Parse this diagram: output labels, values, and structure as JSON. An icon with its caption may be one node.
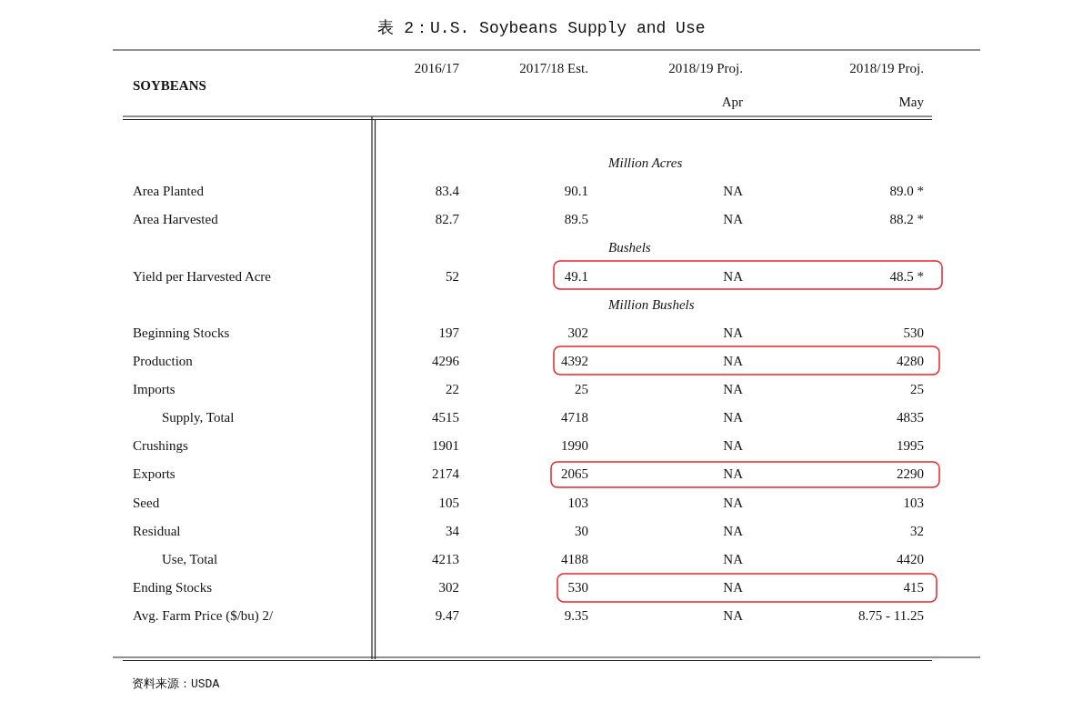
{
  "diagram": {
    "title": "表 2：U.S. Soybeans Supply and Use",
    "caption": "资料来源：USDA",
    "labels": [
      "SOYBEANS",
      "2016/17",
      "2017/18 Est.",
      "2018/19 Proj.",
      "2018/19 Proj.",
      "Apr",
      "May",
      "Million Acres",
      "Area Planted",
      "83.4",
      "90.1",
      "NA",
      "89.0 *",
      "Area Harvested",
      "82.7",
      "89.5",
      "NA",
      "88.2 *",
      "Bushels",
      "Yield per Harvested Acre",
      "52",
      "49.1",
      "NA",
      "48.5 *",
      "Million Bushels",
      "Beginning Stocks",
      "197",
      "302",
      "NA",
      "530",
      "Production",
      "4296",
      "4392",
      "NA",
      "4280",
      "Imports",
      "22",
      "25",
      "NA",
      "25",
      "Supply, Total",
      "4515",
      "4718",
      "NA",
      "4835",
      "Crushings",
      "1901",
      "1990",
      "NA",
      "1995",
      "Exports",
      "2174",
      "2065",
      "NA",
      "2290",
      "Seed",
      "105",
      "103",
      "NA",
      "103",
      "Residual",
      "34",
      "30",
      "NA",
      "32",
      "Use, Total",
      "4213",
      "4188",
      "NA",
      "4420",
      "Ending Stocks",
      "302",
      "530",
      "NA",
      "415",
      "Avg. Farm Price ($/bu) 2/",
      "9.47",
      "9.35",
      "NA",
      "8.75 - 11.25"
    ]
  }
}
